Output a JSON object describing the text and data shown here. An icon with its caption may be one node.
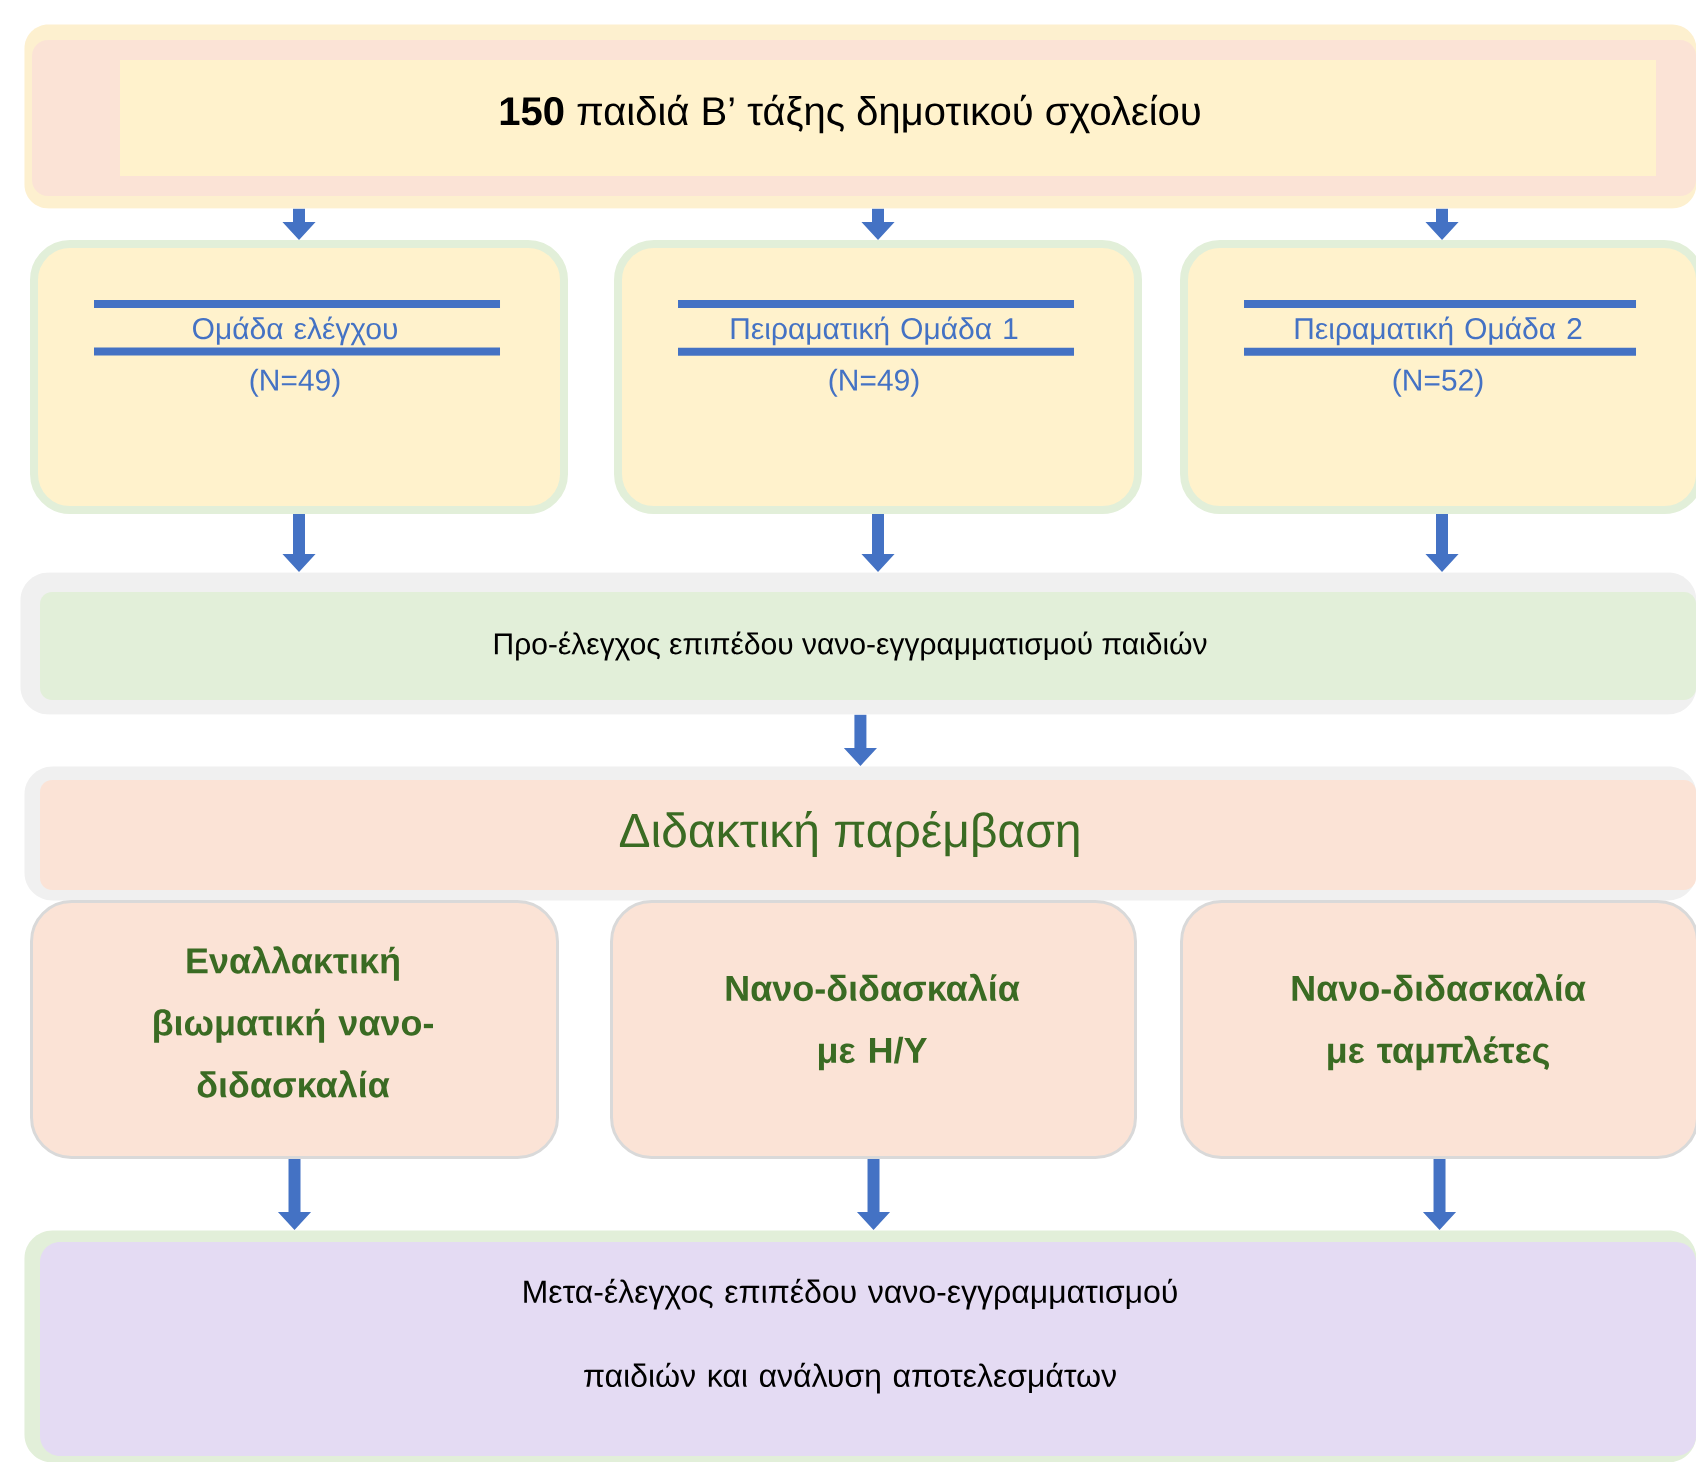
{
  "diagram": {
    "nodes": [
      {
        "text": [
          "**150** παιδιά Β’ τάξης δημοτικού σχολείου"
        ]
      },
      {
        "text": [
          "Ομάδα ελέγχου",
          "(N=49)"
        ]
      },
      {
        "text": [
          "Πειραματική Ομάδα 1",
          "(N=49)"
        ]
      },
      {
        "text": [
          "Πειραματική Ομάδα 2",
          "(N=52)"
        ]
      },
      {
        "text": [
          "Προ-έλεγχος επιπέδου νανο-εγγραμματισμού παιδιών"
        ]
      },
      {
        "text": [
          "Διδακτική παρέμβαση"
        ]
      },
      {
        "text": [
          "Εναλλακτική βιωματική νανο-διδασκαλία"
        ]
      },
      {
        "text": [
          "Νανο-διδασκαλία με Η/Υ"
        ]
      },
      {
        "text": [
          "Νανο-διδασκαλία με ταμπλέτες"
        ]
      },
      {
        "text": [
          "Μετα-έλεγχος επιπέδου νανο-εγγραμματισμού παιδιών και ανάλυση αποτελεσμάτων"
        ]
      }
    ],
    "edges": [
      {
        "from": 0,
        "to": 1,
        "arrow": "to"
      },
      {
        "from": 0,
        "to": 2,
        "arrow": "to"
      },
      {
        "from": 0,
        "to": 3,
        "arrow": "to"
      },
      {
        "from": 1,
        "to": 4,
        "arrow": "to"
      },
      {
        "from": 2,
        "to": 4,
        "arrow": "to"
      },
      {
        "from": 3,
        "to": 4,
        "arrow": "to"
      },
      {
        "from": 4,
        "to": 5,
        "arrow": "to"
      },
      {
        "from": 6,
        "to": 9,
        "arrow": "to"
      },
      {
        "from": 7,
        "to": 9,
        "arrow": "to"
      },
      {
        "from": 8,
        "to": 9,
        "arrow": "to"
      }
    ]
  }
}
